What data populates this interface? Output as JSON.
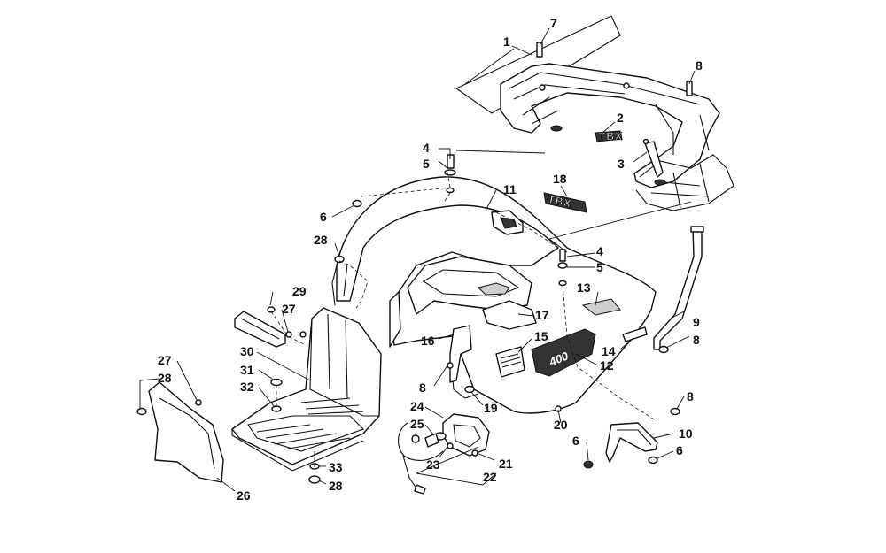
{
  "callouts": [
    {
      "id": "1",
      "label": "1"
    },
    {
      "id": "2",
      "label": "2"
    },
    {
      "id": "3",
      "label": "3"
    },
    {
      "id": "4a",
      "label": "4"
    },
    {
      "id": "5a",
      "label": "5"
    },
    {
      "id": "4b",
      "label": "4"
    },
    {
      "id": "5b",
      "label": "5"
    },
    {
      "id": "6a",
      "label": "6"
    },
    {
      "id": "6b",
      "label": "6"
    },
    {
      "id": "6c",
      "label": "6"
    },
    {
      "id": "7",
      "label": "7"
    },
    {
      "id": "8a",
      "label": "8"
    },
    {
      "id": "8b",
      "label": "8"
    },
    {
      "id": "8c",
      "label": "8"
    },
    {
      "id": "8d",
      "label": "8"
    },
    {
      "id": "9",
      "label": "9"
    },
    {
      "id": "10",
      "label": "10"
    },
    {
      "id": "11",
      "label": "11"
    },
    {
      "id": "12",
      "label": "12"
    },
    {
      "id": "13",
      "label": "13"
    },
    {
      "id": "14",
      "label": "14"
    },
    {
      "id": "15",
      "label": "15"
    },
    {
      "id": "16",
      "label": "16"
    },
    {
      "id": "17",
      "label": "17"
    },
    {
      "id": "18",
      "label": "18"
    },
    {
      "id": "19",
      "label": "19"
    },
    {
      "id": "20",
      "label": "20"
    },
    {
      "id": "21",
      "label": "21"
    },
    {
      "id": "22",
      "label": "22"
    },
    {
      "id": "23",
      "label": "23"
    },
    {
      "id": "24",
      "label": "24"
    },
    {
      "id": "25",
      "label": "25"
    },
    {
      "id": "26",
      "label": "26"
    },
    {
      "id": "27a",
      "label": "27"
    },
    {
      "id": "27b",
      "label": "27"
    },
    {
      "id": "28a",
      "label": "28"
    },
    {
      "id": "28b",
      "label": "28"
    },
    {
      "id": "28c",
      "label": "28"
    },
    {
      "id": "29",
      "label": "29"
    },
    {
      "id": "30",
      "label": "30"
    },
    {
      "id": "31",
      "label": "31"
    },
    {
      "id": "32",
      "label": "32"
    },
    {
      "id": "33",
      "label": "33"
    }
  ],
  "decals": {
    "model_decal": "400",
    "brand_decal": "TBX"
  }
}
